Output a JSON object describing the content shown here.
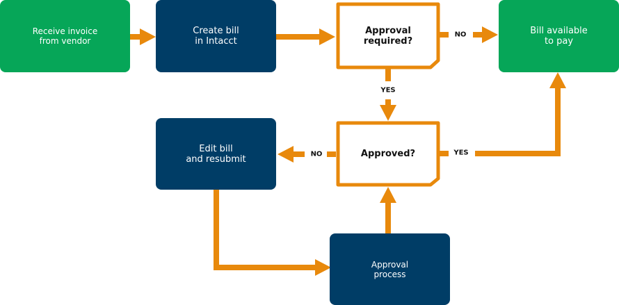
{
  "nodes": {
    "receive": {
      "label": "Receive invoice\nfrom vendor"
    },
    "create": {
      "label": "Create bill\nin Intacct"
    },
    "approval_required": {
      "label": "Approval\nrequired?"
    },
    "bill_available": {
      "label": "Bill available\nto pay"
    },
    "approved": {
      "label": "Approved?"
    },
    "edit": {
      "label": "Edit bill\nand resubmit"
    },
    "approval_process": {
      "label": "Approval\nprocess"
    }
  },
  "edges": {
    "no_top": "NO",
    "yes_down": "YES",
    "no_left": "NO",
    "yes_right": "YES"
  },
  "colors": {
    "green": "#06a658",
    "navy": "#003d66",
    "orange": "#e8890c"
  }
}
